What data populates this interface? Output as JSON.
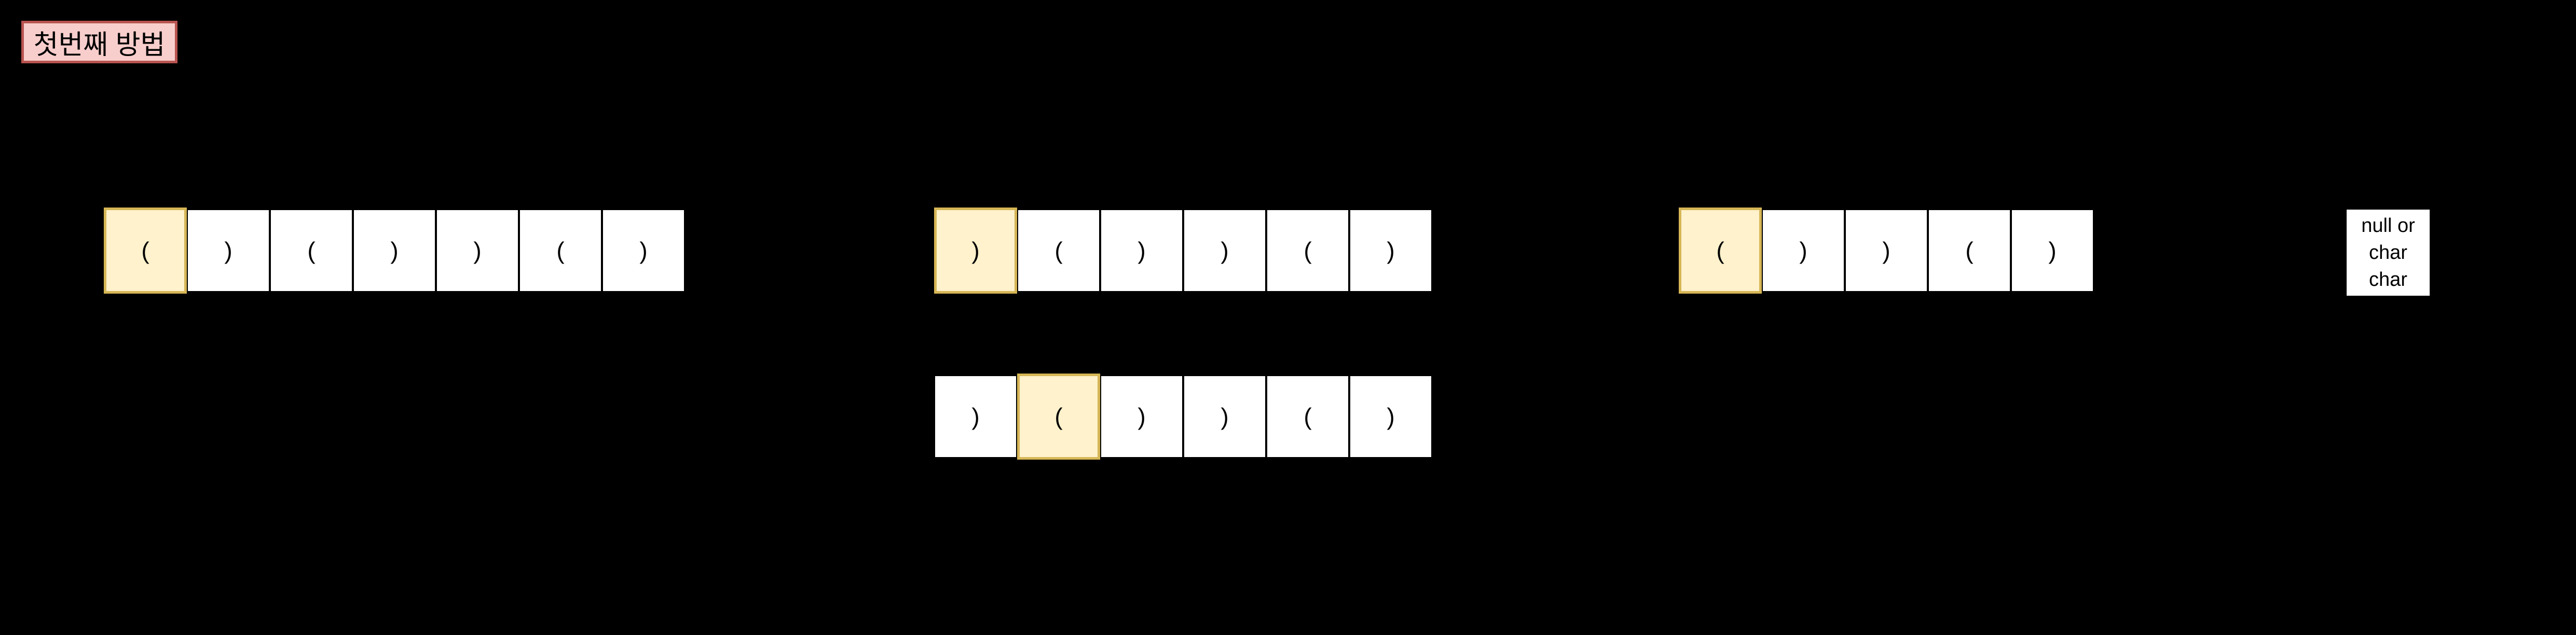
{
  "title_label": {
    "text": "첫번째 방법"
  },
  "arrays": [
    {
      "id": "array-1",
      "cells": [
        "(",
        ")",
        "(",
        ")",
        ")",
        "(",
        ")"
      ],
      "highlight_index": 0
    },
    {
      "id": "array-2",
      "cells": [
        ")",
        "(",
        ")",
        ")",
        "(",
        ")"
      ],
      "highlight_index": 0
    },
    {
      "id": "array-3",
      "cells": [
        ")",
        "(",
        ")",
        ")",
        "(",
        ")"
      ],
      "highlight_index": 1
    },
    {
      "id": "array-4",
      "cells": [
        "(",
        ")",
        ")",
        "(",
        ")"
      ],
      "highlight_index": 0
    }
  ],
  "result_box": {
    "lines": [
      "null or",
      "char",
      "char"
    ]
  },
  "colors": {
    "background": "#000000",
    "cell_fill": "#ffffff",
    "cell_border": "#000000",
    "highlight_fill": "#fff2cc",
    "highlight_border": "#d6b656",
    "label_fill": "#f8cecc",
    "label_border": "#b85450",
    "text": "#000000"
  }
}
